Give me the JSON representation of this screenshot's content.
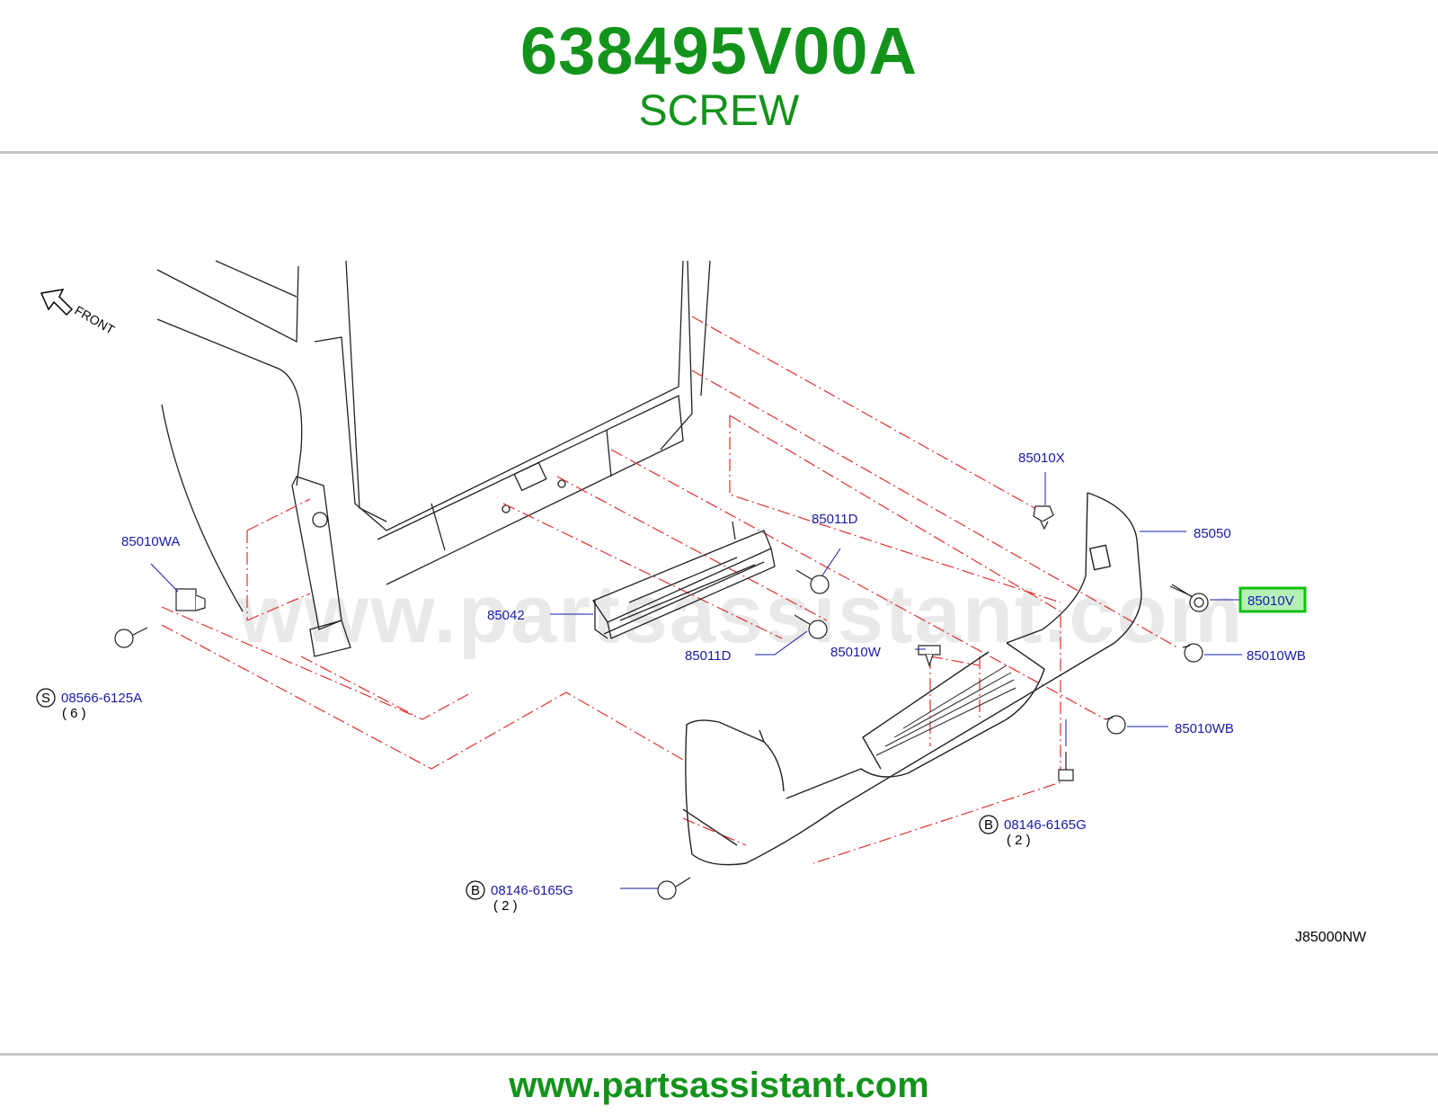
{
  "header": {
    "part_number": "638495V00A",
    "part_description": "SCREW"
  },
  "diagram": {
    "front_label": "FRONT",
    "watermark": "www.partsassistant.com",
    "reference_code": "J85000NW",
    "highlighted_part": "85010V",
    "callouts": {
      "c85010X": "85010X",
      "c85050": "85050",
      "c85010V": "85010V",
      "c85010WB_a": "85010WB",
      "c85010WB_b": "85010WB",
      "c85011D_a": "85011D",
      "c85011D_b": "85011D",
      "c85010W": "85010W",
      "c85042": "85042",
      "c85010WA": "85010WA",
      "c08566": "08566-6125A",
      "c08146_a": "08146-6165G",
      "c08146_b": "08146-6165G"
    },
    "badges": {
      "s": "S",
      "b1": "B",
      "b2": "B"
    },
    "quantities": {
      "q08566": "( 6 )",
      "q08146_a": "( 2 )",
      "q08146_b": "( 2 )"
    },
    "colors": {
      "callout_text": "#1a1aa8",
      "highlight_border": "#12c012",
      "highlight_fill": "#b5f0b5",
      "dash_lines": "#e03030",
      "title_green": "#13931b"
    }
  },
  "footer": {
    "url": "www.partsassistant.com"
  }
}
